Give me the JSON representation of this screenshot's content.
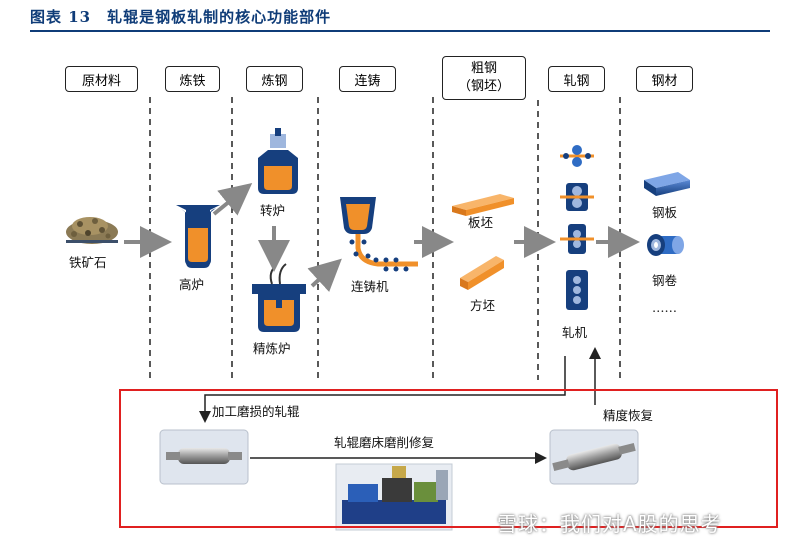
{
  "figure": {
    "title": "图表 13　轧辊是钢板轧制的核心功能部件",
    "watermark": "雪球：我们对A股的思考"
  },
  "stages": {
    "raw": "原材料",
    "iron": "炼铁",
    "steel": "炼钢",
    "cast": "连铸",
    "rough_1": "粗钢",
    "rough_2": "（钢坯）",
    "roll": "轧钢",
    "product": "钢材"
  },
  "nodes": {
    "ore": "铁矿石",
    "blast": "高炉",
    "converter": "转炉",
    "refine": "精炼炉",
    "caster": "连铸机",
    "slab": "板坯",
    "billet": "方坯",
    "mill": "轧机",
    "plate": "钢板",
    "coil": "钢卷",
    "more": "……"
  },
  "repair": {
    "worn": "加工磨损的轧辊",
    "grind": "轧辊磨床磨削修复",
    "restore": "精度恢复"
  },
  "colors": {
    "title": "#0f3c78",
    "orange": "#f0902a",
    "navy": "#163f7e",
    "red_box": "#e02020",
    "arrow": "#888888"
  },
  "icons": [
    "ore-pile-icon",
    "blast-furnace-icon",
    "converter-icon",
    "refining-furnace-icon",
    "continuous-caster-icon",
    "slab-icon",
    "billet-icon",
    "rolling-mill-icon",
    "steel-plate-icon",
    "steel-coil-icon",
    "roll-photo-icon",
    "grinding-machine-icon"
  ]
}
